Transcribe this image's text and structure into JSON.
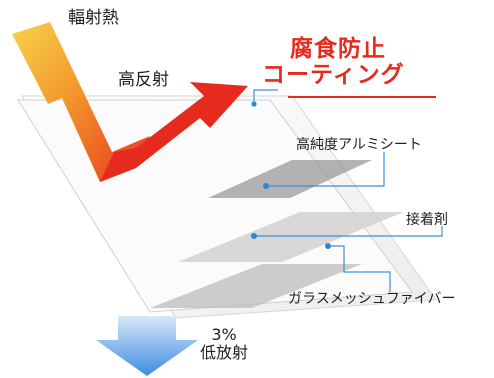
{
  "labels": {
    "radiant_heat": "輻射熱",
    "high_reflection": "高反射",
    "coating_line1": "腐食防止",
    "coating_line2": "コーティング",
    "aluminum_sheet": "高純度アルミシート",
    "adhesive": "接着剤",
    "glass_mesh": "ガラスメッシュファイバー",
    "low_radiation_percent": "3%",
    "low_radiation": "低放射"
  },
  "colors": {
    "incoming_arrow_start": "#f6c23a",
    "incoming_arrow_end": "#e8331f",
    "reflected_arrow": "#e62a1d",
    "coating_text": "#e62a1d",
    "leader_line": "#3f8fd6",
    "leader_dot": "#2f86d4",
    "down_arrow_top": "#cfe3f7",
    "down_arrow_bottom": "#3d8ce0",
    "layer_aluminum": "#8f8f8f",
    "layer_adhesive": "#c9c9c9",
    "layer_glass": "#b5b5b5"
  },
  "icons": {
    "incoming": "incoming-heat-arrow-icon",
    "reflected": "reflected-arrow-icon",
    "transmitted": "down-arrow-icon"
  }
}
